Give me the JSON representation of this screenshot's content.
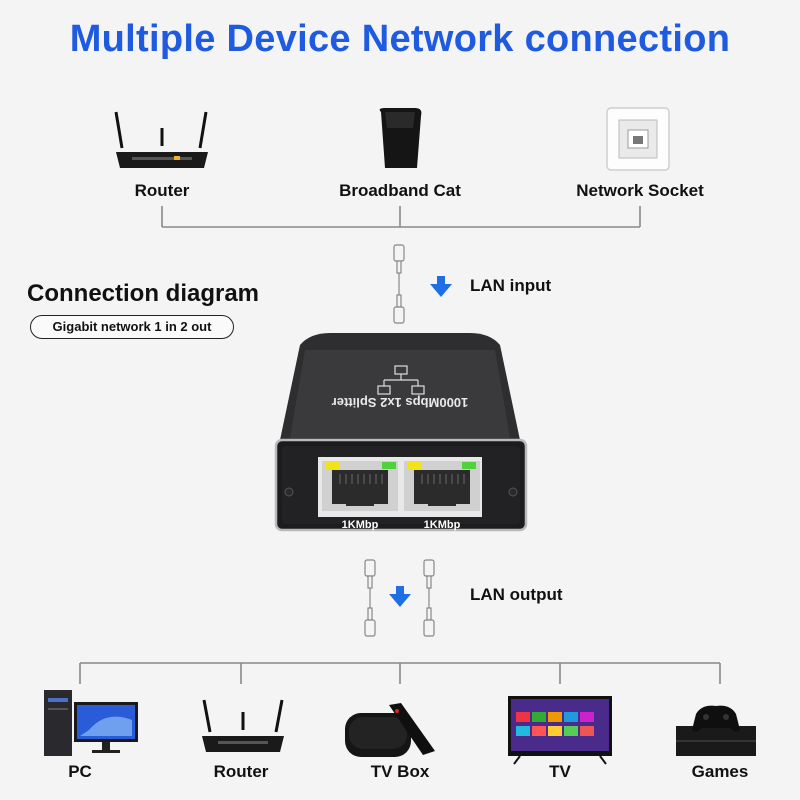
{
  "title": "Multiple Device Network connection",
  "top_devices": [
    {
      "label": "Router",
      "icon": "router-icon"
    },
    {
      "label": "Broadband Cat",
      "icon": "modem-icon"
    },
    {
      "label": "Network Socket",
      "icon": "wall-socket-icon"
    }
  ],
  "lan_input_label": "LAN input",
  "diagram_title": "Connection diagram",
  "diagram_subtitle": "Gigabit network 1 in 2 out",
  "splitter": {
    "model_text": "1000Mbps 1x2 Splitter",
    "port_labels": [
      "1KMbp",
      "1KMbp"
    ]
  },
  "lan_output_label": "LAN output",
  "bottom_devices": [
    {
      "label": "PC",
      "icon": "pc-icon"
    },
    {
      "label": "Router",
      "icon": "router-icon"
    },
    {
      "label": "TV Box",
      "icon": "tv-box-icon"
    },
    {
      "label": "TV",
      "icon": "tv-icon"
    },
    {
      "label": "Games",
      "icon": "game-console-icon"
    }
  ],
  "colors": {
    "title": "#1e5be0",
    "arrow": "#1e6fe6",
    "led_yellow": "#f2e21a",
    "led_green": "#4fd23a"
  }
}
